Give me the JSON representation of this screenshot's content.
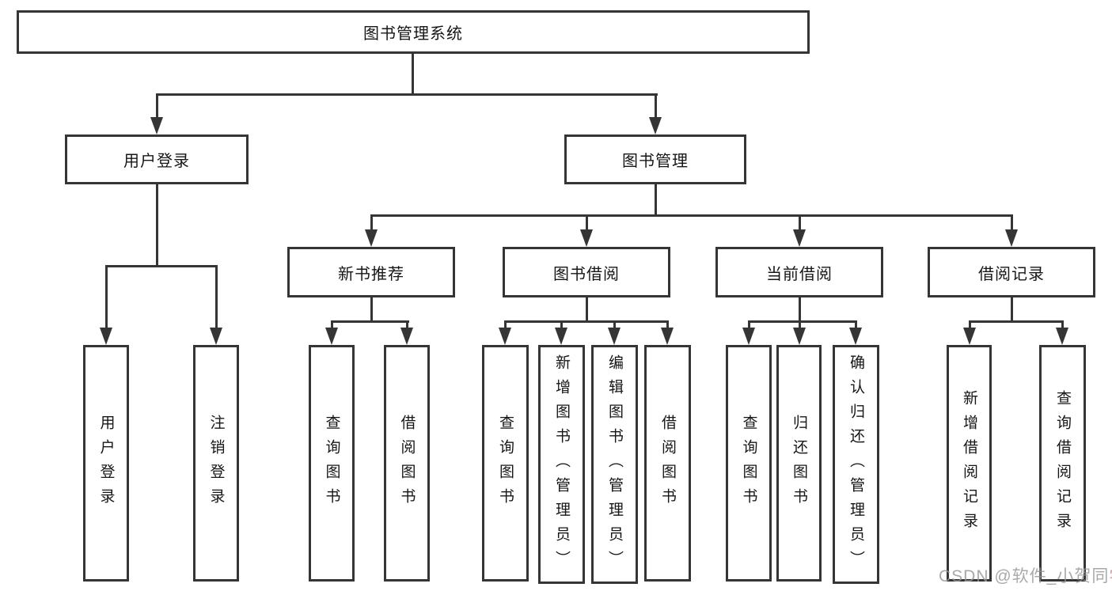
{
  "diagram": {
    "root": "图书管理系统",
    "login": {
      "label": "用户登录",
      "children": [
        "用户登录",
        "注销登录"
      ]
    },
    "mgmt": {
      "label": "图书管理",
      "sections": [
        {
          "label": "新书推荐",
          "children": [
            "查询图书",
            "借阅图书"
          ]
        },
        {
          "label": "图书借阅",
          "children": [
            "查询图书",
            "新增图书（管理员）",
            "编辑图书（管理员）",
            "借阅图书"
          ]
        },
        {
          "label": "当前借阅",
          "children": [
            "查询图书",
            "归还图书",
            "确认归还（管理员）"
          ]
        },
        {
          "label": "借阅记录",
          "children": [
            "新增借阅记录",
            "查询借阅记录"
          ]
        }
      ]
    }
  },
  "watermark": {
    "prefix": "CSDN @软件_小贺同",
    "accent": "学"
  },
  "colors": {
    "line": "#353535",
    "box_border": "#353535",
    "text": "#161616",
    "background": "#ffffff",
    "watermark_gray": "#969696",
    "watermark_accent": "#de888c"
  }
}
